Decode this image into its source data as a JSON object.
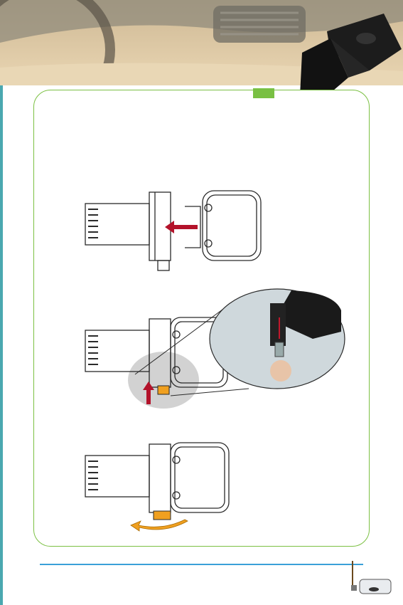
{
  "page": {
    "header": {
      "image": "car-dashboard-photo"
    },
    "product_photo": {
      "image": "black-card-reader-device"
    },
    "steps": [
      {
        "name": "step-1-insert",
        "arrow_color": "#b3122a"
      },
      {
        "name": "step-2-push-up",
        "arrow_color": "#b3122a",
        "tab_color": "#f0a020"
      },
      {
        "name": "step-3-rotate",
        "arrow_color": "#f0a020"
      }
    ],
    "colors": {
      "panel_border": "#7bc043",
      "accent_tab": "#79c043",
      "footer_rule": "#3aa0d8",
      "side_rule": "#4aa8b0"
    },
    "footer": {
      "icon": "antenna-device-icon"
    }
  }
}
